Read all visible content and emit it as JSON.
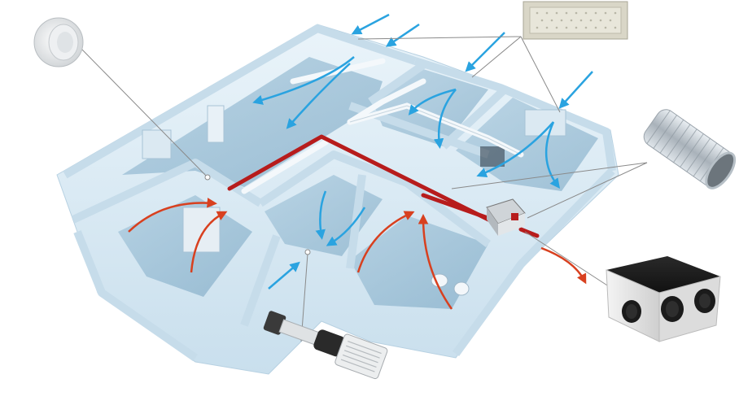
{
  "diagram": {
    "type": "residential-ventilation-system-cutaway",
    "labels": [],
    "components": [
      {
        "id": "ceiling-diffuser",
        "icon": "round-ceiling-valve-icon"
      },
      {
        "id": "supply-grille",
        "icon": "rectangular-grille-icon"
      },
      {
        "id": "flexible-duct",
        "icon": "flexible-duct-icon"
      },
      {
        "id": "ventilation-unit",
        "icon": "ventilation-box-icon"
      },
      {
        "id": "wall-vent",
        "icon": "through-wall-vent-icon"
      }
    ],
    "flows": {
      "fresh_air_color": "#2aa3e0",
      "extract_air_color": "#d8401f"
    },
    "colors": {
      "walls": "#d7e9f4",
      "floor": "#9fc2d8",
      "duct_red": "#b71c1c",
      "duct_white": "#f4f8fb",
      "leader_line": "#8a8a8a"
    }
  }
}
